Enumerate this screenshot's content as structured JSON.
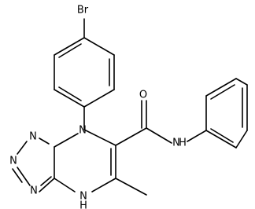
{
  "molecule": {
    "atom_labels": {
      "br": "Br",
      "o": "O",
      "n_amide": "N",
      "h_amide": "H",
      "n_t1": "N",
      "n_t2": "N",
      "n_t3": "N",
      "n_t4": "N",
      "n_ring": "N",
      "h_ring": "H"
    }
  }
}
